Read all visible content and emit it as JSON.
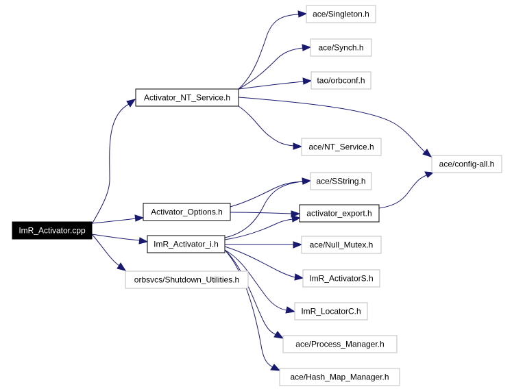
{
  "nodes": {
    "root": "ImR_Activator.cpp",
    "activator_nt_service": "Activator_NT_Service.h",
    "activator_options": "Activator_Options.h",
    "imr_activator_i": "ImR_Activator_i.h",
    "shutdown_utilities": "orbsvcs/Shutdown_Utilities.h",
    "singleton": "ace/Singleton.h",
    "synch": "ace/Synch.h",
    "orbconf": "tao/orbconf.h",
    "nt_service": "ace/NT_Service.h",
    "config_all": "ace/config-all.h",
    "sstring": "ace/SString.h",
    "activator_export": "activator_export.h",
    "null_mutex": "ace/Null_Mutex.h",
    "imr_activators": "ImR_ActivatorS.h",
    "imr_locatorc": "ImR_LocatorC.h",
    "process_manager": "ace/Process_Manager.h",
    "hash_map_manager": "ace/Hash_Map_Manager.h"
  },
  "colors": {
    "edge": "#191970",
    "root_fill": "#000000",
    "root_text": "#ffffff",
    "documented_border": "#000000",
    "external_border": "#bfbfbf",
    "text": "#000000"
  }
}
